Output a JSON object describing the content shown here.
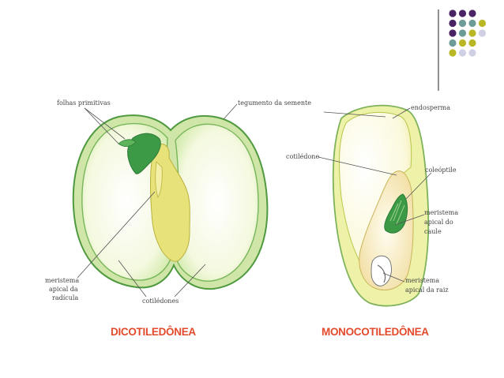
{
  "colors": {
    "purple": "#4a2365",
    "teal": "#6d9b97",
    "olive": "#b9b724",
    "lavender": "#cfd0e4",
    "seed_green": "#8bc76b",
    "seed_fill": "#f7fbe5",
    "embryo_yellow": "#e8e27a",
    "embryo_green": "#3c9a46",
    "title_red": "#e34a2c"
  },
  "decor_dots": [
    [
      "purple",
      "purple",
      "purple",
      ""
    ],
    [
      "purple",
      "teal",
      "teal",
      "olive"
    ],
    [
      "purple",
      "teal",
      "olive",
      "lavender"
    ],
    [
      "teal",
      "olive",
      "olive",
      ""
    ],
    [
      "olive",
      "lavender",
      "lavender",
      ""
    ]
  ],
  "dicot": {
    "title": "DICOTILEDÔNEA",
    "labels": {
      "folhas": "folhas primitivas",
      "tegumento": "tegumento da semente",
      "meristema_1": "meristema",
      "meristema_2": "apical da",
      "meristema_3": "radícula",
      "cotiledones": "cotilédones"
    }
  },
  "monocot": {
    "title": "MONOCOTILEDÔNEA",
    "labels": {
      "endosperma": "endosperma",
      "cotiledone": "cotilédone",
      "coleoptile": "coleóptile",
      "meristema_caule_1": "meristema",
      "meristema_caule_2": "apical do",
      "meristema_caule_3": "caule",
      "meristema_raiz_1": "meristema",
      "meristema_raiz_2": "apical da raiz"
    }
  }
}
